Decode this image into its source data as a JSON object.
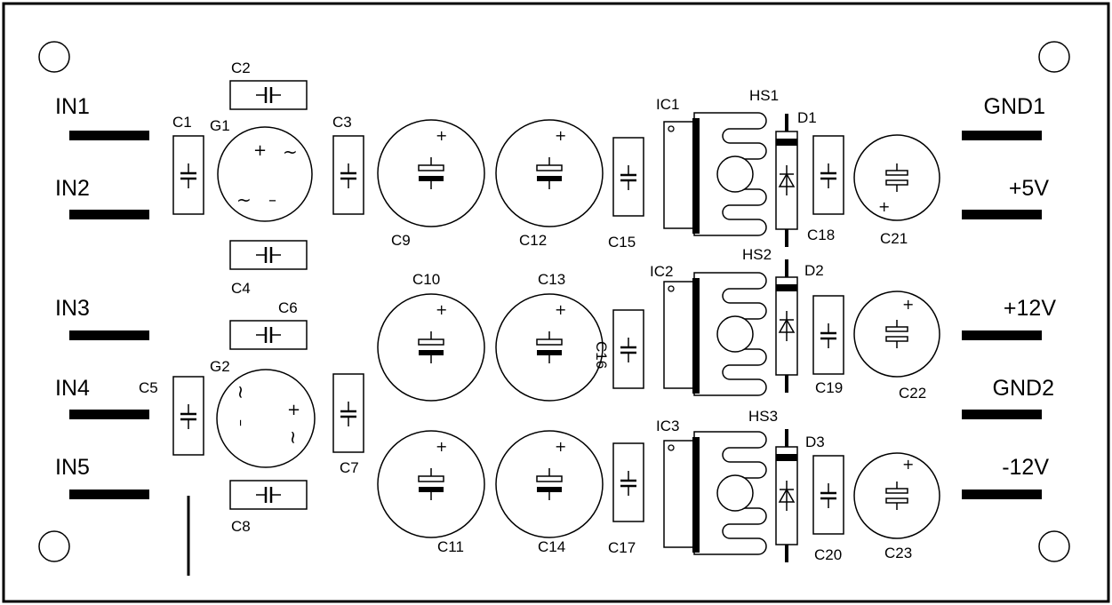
{
  "connectors": {
    "inputs": [
      "IN1",
      "IN2",
      "IN3",
      "IN4",
      "IN5"
    ],
    "outputs": [
      "GND1",
      "+5V",
      "+12V",
      "GND2",
      "-12V"
    ]
  },
  "bridges": [
    "G1",
    "G2"
  ],
  "bridge_marks": {
    "plus": "+",
    "minus": "–",
    "minus_g2": "–",
    "ac": "~"
  },
  "capacitors": {
    "film": [
      "C1",
      "C2",
      "C3",
      "C4",
      "C5",
      "C6",
      "C7",
      "C8",
      "C15",
      "C16",
      "C17",
      "C18",
      "C19",
      "C20"
    ],
    "electrolytic": [
      "C9",
      "C10",
      "C11",
      "C12",
      "C13",
      "C14",
      "C21",
      "C22",
      "C23"
    ],
    "polarity_mark": "+"
  },
  "regulators": [
    "IC1",
    "IC2",
    "IC3"
  ],
  "heatsinks": [
    "HS1",
    "HS2",
    "HS3"
  ],
  "diodes": [
    "D1",
    "D2",
    "D3"
  ]
}
